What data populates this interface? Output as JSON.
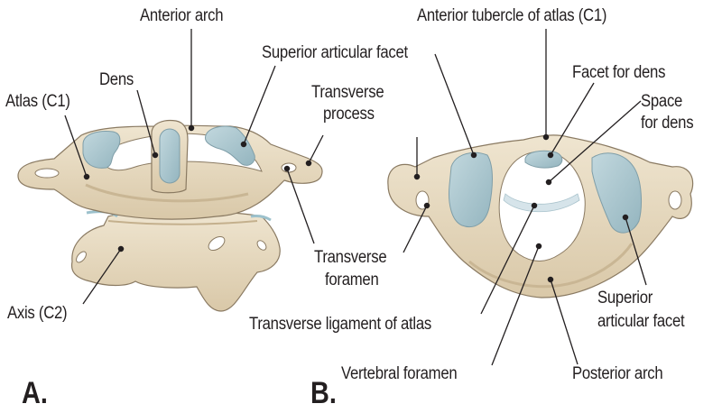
{
  "figure": {
    "panels": [
      {
        "letter": "A.",
        "view": "atlas and axis articulated"
      },
      {
        "letter": "B.",
        "view": "atlas superior view"
      }
    ],
    "colors": {
      "bone": "#e8dcc4",
      "bone_shadow": "#cdbb9c",
      "facet": "#a9c6cf",
      "outline": "#8a7a62",
      "ink": "#231f20"
    },
    "panel_a": {
      "labels": {
        "anterior_arch": "Anterior arch",
        "superior_articular_facet": "Superior articular facet",
        "dens": "Dens",
        "atlas": "Atlas (C1)",
        "transverse_process_1": "Transverse",
        "transverse_process_2": "process",
        "transverse_foramen_1": "Transverse",
        "transverse_foramen_2": "foramen",
        "axis": "Axis (C2)"
      }
    },
    "panel_b": {
      "labels": {
        "anterior_tubercle": "Anterior tubercle of atlas (C1)",
        "facet_for_dens": "Facet for dens",
        "space_for_dens_1": "Space",
        "space_for_dens_2": "for dens",
        "transverse_ligament": "Transverse ligament of atlas",
        "vertebral_foramen": "Vertebral foramen",
        "posterior_arch": "Posterior arch",
        "superior_articular_facet_1": "Superior",
        "superior_articular_facet_2": "articular facet"
      }
    }
  }
}
